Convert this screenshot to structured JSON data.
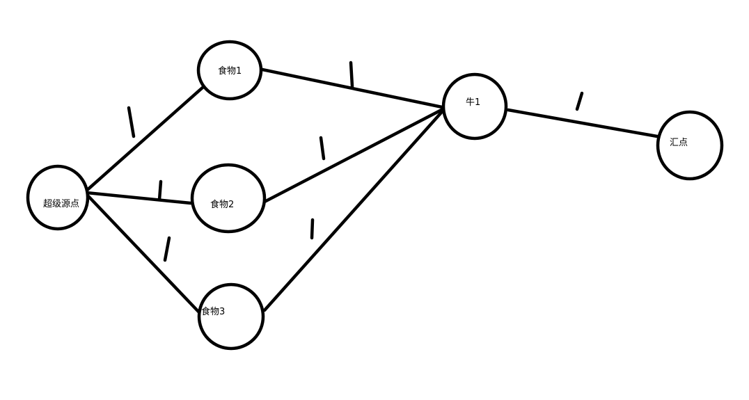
{
  "diagram": {
    "type": "flow-network",
    "colors": {
      "stroke": "#000000",
      "background": "#ffffff"
    },
    "nodes": [
      {
        "id": "source",
        "label": "超级源点"
      },
      {
        "id": "food1",
        "label": "食物1"
      },
      {
        "id": "food2",
        "label": "食物2"
      },
      {
        "id": "food3",
        "label": "食物3"
      },
      {
        "id": "cow1",
        "label": "牛1"
      },
      {
        "id": "sink",
        "label": "汇点"
      }
    ],
    "edges": [
      {
        "from": "source",
        "to": "food1",
        "capacity_mark": "1"
      },
      {
        "from": "source",
        "to": "food2",
        "capacity_mark": "1"
      },
      {
        "from": "source",
        "to": "food3",
        "capacity_mark": "1"
      },
      {
        "from": "food1",
        "to": "cow1",
        "capacity_mark": "1"
      },
      {
        "from": "food2",
        "to": "cow1",
        "capacity_mark": "1"
      },
      {
        "from": "food3",
        "to": "cow1",
        "capacity_mark": "1"
      },
      {
        "from": "cow1",
        "to": "sink",
        "capacity_mark": "1"
      }
    ]
  }
}
